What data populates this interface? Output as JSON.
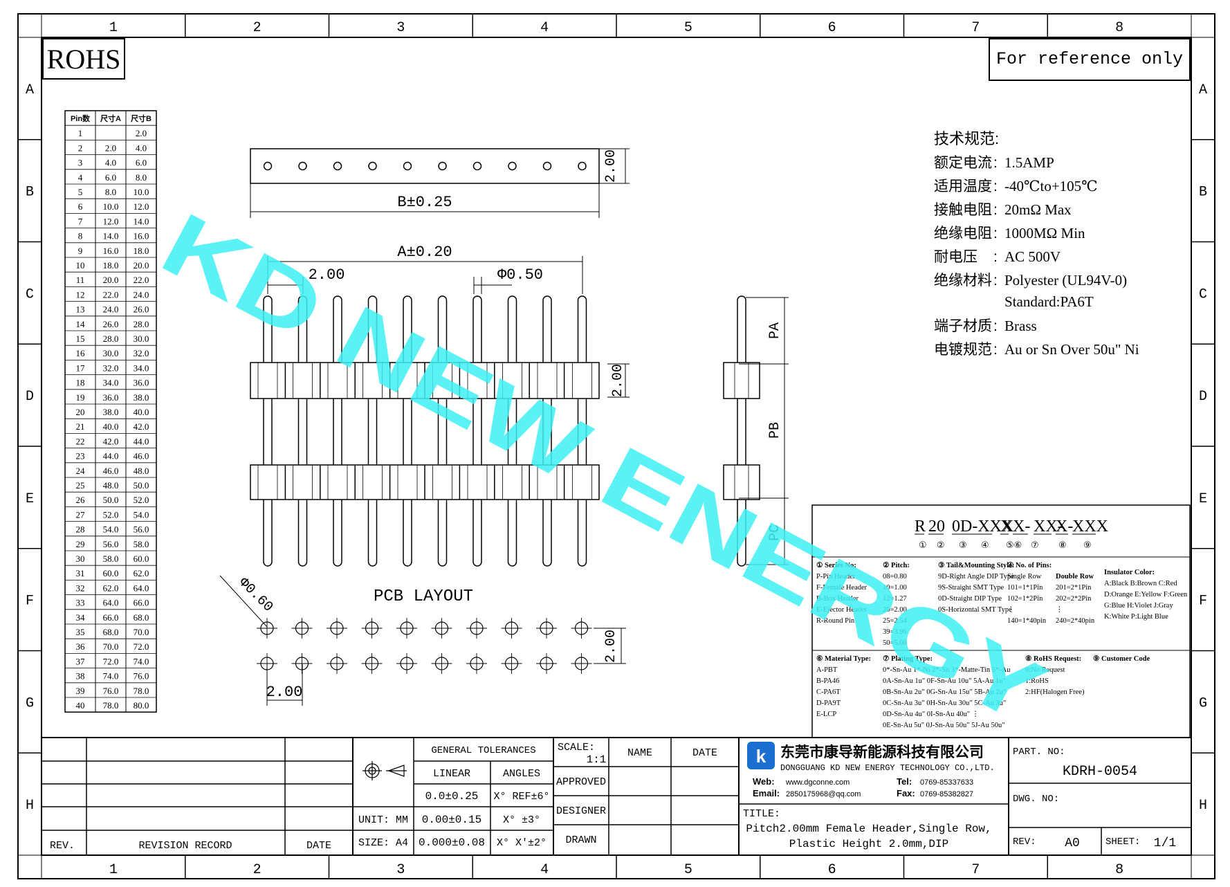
{
  "frame": {
    "columns": [
      "1",
      "2",
      "3",
      "4",
      "5",
      "6",
      "7",
      "8"
    ],
    "rows": [
      "A",
      "B",
      "C",
      "D",
      "E",
      "F",
      "G",
      "H"
    ]
  },
  "stamps": {
    "rohs": "ROHS",
    "reference": "For reference only"
  },
  "watermark": "KD NEW ENERGY",
  "pin_table": {
    "headers": [
      "Pin数",
      "尺寸A",
      "尺寸B"
    ],
    "rows": [
      [
        "1",
        "",
        "2.0"
      ],
      [
        "2",
        "2.0",
        "4.0"
      ],
      [
        "3",
        "4.0",
        "6.0"
      ],
      [
        "4",
        "6.0",
        "8.0"
      ],
      [
        "5",
        "8.0",
        "10.0"
      ],
      [
        "6",
        "10.0",
        "12.0"
      ],
      [
        "7",
        "12.0",
        "14.0"
      ],
      [
        "8",
        "14.0",
        "16.0"
      ],
      [
        "9",
        "16.0",
        "18.0"
      ],
      [
        "10",
        "18.0",
        "20.0"
      ],
      [
        "11",
        "20.0",
        "22.0"
      ],
      [
        "12",
        "22.0",
        "24.0"
      ],
      [
        "13",
        "24.0",
        "26.0"
      ],
      [
        "14",
        "26.0",
        "28.0"
      ],
      [
        "15",
        "28.0",
        "30.0"
      ],
      [
        "16",
        "30.0",
        "32.0"
      ],
      [
        "17",
        "32.0",
        "34.0"
      ],
      [
        "18",
        "34.0",
        "36.0"
      ],
      [
        "19",
        "36.0",
        "38.0"
      ],
      [
        "20",
        "38.0",
        "40.0"
      ],
      [
        "21",
        "40.0",
        "42.0"
      ],
      [
        "22",
        "42.0",
        "44.0"
      ],
      [
        "23",
        "44.0",
        "46.0"
      ],
      [
        "24",
        "46.0",
        "48.0"
      ],
      [
        "25",
        "48.0",
        "50.0"
      ],
      [
        "26",
        "50.0",
        "52.0"
      ],
      [
        "27",
        "52.0",
        "54.0"
      ],
      [
        "28",
        "54.0",
        "56.0"
      ],
      [
        "29",
        "56.0",
        "58.0"
      ],
      [
        "30",
        "58.0",
        "60.0"
      ],
      [
        "31",
        "60.0",
        "62.0"
      ],
      [
        "32",
        "62.0",
        "64.0"
      ],
      [
        "33",
        "64.0",
        "66.0"
      ],
      [
        "34",
        "66.0",
        "68.0"
      ],
      [
        "35",
        "68.0",
        "70.0"
      ],
      [
        "36",
        "70.0",
        "72.0"
      ],
      [
        "37",
        "72.0",
        "74.0"
      ],
      [
        "38",
        "74.0",
        "76.0"
      ],
      [
        "39",
        "76.0",
        "78.0"
      ],
      [
        "40",
        "78.0",
        "80.0"
      ]
    ]
  },
  "dims": {
    "top_height": "2.00",
    "b_tol": "B±0.25",
    "a_tol": "A±0.20",
    "pitch": "2.00",
    "pin_dia": "Φ0.50",
    "mid_pitch": "2.00",
    "pa": "PA",
    "pb": "PB",
    "pc": "PC",
    "hole_dia": "Φ0.60",
    "pcb_layout": "PCB LAYOUT",
    "pcb_pitch_v": "2.00",
    "pcb_pitch_h": "2.00"
  },
  "specs": {
    "title": "技术规范:",
    "items": [
      [
        "额定电流",
        "1.5AMP"
      ],
      [
        "适用温度",
        "-40℃to+105℃"
      ],
      [
        "接触电阻",
        "20mΩ Max"
      ],
      [
        "绝缘电阻",
        "1000MΩ Min"
      ],
      [
        "耐电压",
        "AC 500V"
      ],
      [
        "绝缘材料",
        "Polyester (UL94V-0)"
      ],
      [
        "",
        "Standard:PA6T"
      ],
      [
        "端子材质",
        "Brass"
      ],
      [
        "电镀规范",
        "Au or Sn Over 50u\" Ni"
      ]
    ]
  },
  "code": {
    "parts": [
      "R",
      "20",
      "0D-XXX",
      "X",
      "X-",
      "XX-",
      "X-",
      "XXX"
    ],
    "circles": [
      "①",
      "②",
      "③",
      "④",
      "⑤⑥",
      "⑦",
      "⑧",
      "⑨"
    ],
    "series": [
      "① Series No:",
      "P-Pin Header",
      "F-Female Header",
      "B-Box Header",
      "E-Ejector Header",
      "R-Round Pin"
    ],
    "pitch": [
      "② Pitch:",
      "08=0.80",
      "10=1.00",
      "12=1.27",
      "20=2.00",
      "25=2.54",
      "39=3.96",
      "50=5.08"
    ],
    "tail": [
      "③ Tail&Mounting Style:",
      "9D-Right Angle DIP Type",
      "9S-Straight SMT Type",
      "0D-Straight DIP Type",
      "0S-Horizontal SMT Type"
    ],
    "pins": [
      "④ No. of Pins:",
      "Single Row",
      "101=1*1Pin",
      "102=1*2Pin",
      "⋮",
      "140=1*40pin"
    ],
    "pins2": [
      "Double Row",
      "201=2*1Pin",
      "202=2*2Pin",
      "⋮",
      "240=2*40pin"
    ],
    "insulator": [
      "Insulator Color:",
      "A:Black  B:Brown  C:Red",
      "D:Orange E:Yellow F:Green",
      "G:Blue   H:Violet J:Gray",
      "K:White  P:Light Blue"
    ],
    "material": [
      "⑥ Material Type:",
      "A-PBT",
      "B-PA46",
      "C-PA6T",
      "D-PA9T",
      "E-LCP"
    ],
    "plating": [
      "⑦ Plating Type:",
      "0*-Sn-Au 1*-Ni 2*-Sn 3*-Matte-Tin 5*-Au",
      "0A-Sn-Au 1u\" 0F-Sn-Au 10u\"  5A-Au 1u\"",
      "0B-Sn-Au 2u\" 0G-Sn-Au 15u\"  5B-Au 2u\"",
      "0C-Sn-Au 3u\" 0H-Sn-Au 30u\"  5C-Au 3u\"",
      "0D-Sn-Au 4u\" 0I-Sn-Au 40u\"    ⋮",
      "0E-Sn-Au 5u\" 0J-Sn-Au 50u\"  5J-Au 50u\""
    ],
    "rohs": [
      "⑧ RoHS Request:",
      "0:No Request",
      "1:RoHS",
      "2:HF(Halogen Free)"
    ],
    "customer": [
      "⑨ Customer Code"
    ]
  },
  "title_block": {
    "general_tolerances": "GENERAL TOLERANCES",
    "linear": "LINEAR",
    "angles": "ANGLES",
    "lin1": "0.0±0.25",
    "lin2": "0.00±0.15",
    "lin3": "0.000±0.08",
    "ang1": "X° REF±6°",
    "ang2": "X° ±3°",
    "ang3": "X° X'±2°",
    "unit": "UNIT: MM",
    "size": "SIZE: A4",
    "scale_label": "SCALE:",
    "scale_value": "1:1",
    "name": "NAME",
    "date": "DATE",
    "approved": "APPROVED",
    "designer": "DESIGNER",
    "drawn": "DRAWN",
    "rev_label": "REV.",
    "revision_record": "REVISION RECORD",
    "rev_date": "DATE",
    "company_cn": "东莞市康导新能源科技有限公司",
    "company_en": "DONGGUANG KD NEW ENERGY TECHNOLOGY CO.,LTD.",
    "web_label": "Web:",
    "web": "www.dgconne.com",
    "tel_label": "Tel:",
    "tel": "0769-85337633",
    "email_label": "Email:",
    "email": "2850175968@qq.com",
    "fax_label": "Fax:",
    "fax": "0769-85382827",
    "title_label": "TITLE:",
    "title_line1": "Pitch2.00mm Female Header,Single Row,",
    "title_line2": "Plastic Height 2.0mm,DIP",
    "part_no_label": "PART. NO:",
    "part_no": "KDRH-0054",
    "dwg_no_label": "DWG. NO:",
    "rev2_label": "REV:",
    "rev2": "A0",
    "sheet_label": "SHEET:",
    "sheet": "1/1"
  },
  "colors": {
    "watermark": "#3ff0f5",
    "logo": "#1a6fd0"
  }
}
